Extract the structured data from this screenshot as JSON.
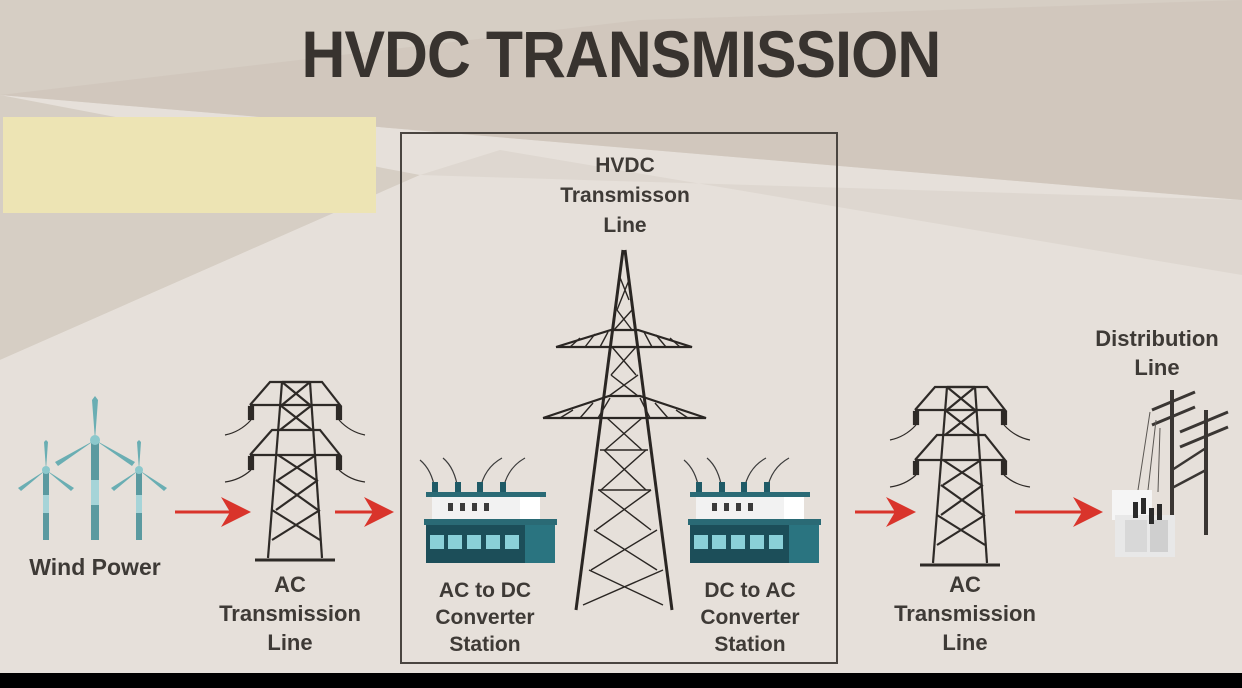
{
  "title": "HVDC TRANSMISSION",
  "colors": {
    "background": "#e6e0da",
    "title_text": "#38332f",
    "label_text": "#3e3a36",
    "highlight_box": "#ede4b4",
    "arrow": "#d9342b",
    "turbine": "#5fa3a8",
    "station_dark": "#1f5a66",
    "tower": "#2e2a27"
  },
  "highlight_box": {
    "text": ""
  },
  "stages": [
    {
      "id": "wind",
      "label": "Wind Power",
      "icon": "wind-turbines-icon"
    },
    {
      "id": "ac-line-1",
      "label": "AC\nTransmission\nLine",
      "icon": "ac-tower-icon"
    },
    {
      "id": "ac-dc",
      "label": "AC to DC\nConverter\nStation",
      "icon": "converter-station-icon"
    },
    {
      "id": "hvdc-line",
      "label": "HVDC\nTransmisson\nLine",
      "icon": "hvdc-tower-icon"
    },
    {
      "id": "dc-ac",
      "label": "DC to AC\nConverter\nStation",
      "icon": "converter-station-icon"
    },
    {
      "id": "ac-line-2",
      "label": "AC\nTransmission\nLine",
      "icon": "ac-tower-icon"
    },
    {
      "id": "distribution",
      "label": "Distribution\nLine",
      "icon": "distribution-pole-icon"
    }
  ],
  "arrows": [
    {
      "from": "wind",
      "to": "ac-line-1"
    },
    {
      "from": "ac-line-1",
      "to": "ac-dc"
    },
    {
      "from": "dc-ac",
      "to": "ac-line-2"
    },
    {
      "from": "ac-line-2",
      "to": "distribution"
    }
  ]
}
